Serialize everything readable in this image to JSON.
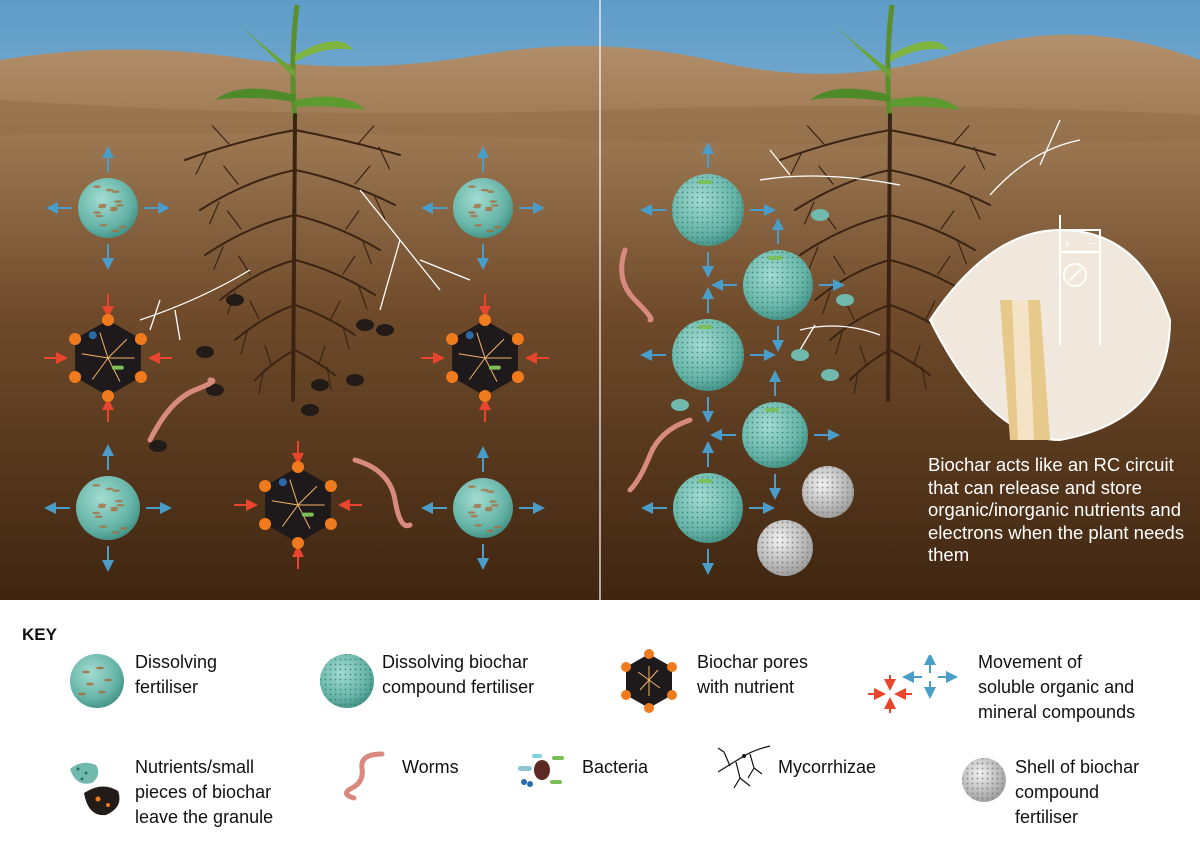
{
  "caption": "Biochar acts like an RC circuit that can release and store organic/inorganic nutrients and electrons when the plant needs them",
  "circuit_symbols": {
    "plus": "+",
    "minus": "−"
  },
  "key": {
    "title": "KEY",
    "items": [
      {
        "id": "dissolving-fertiliser",
        "label": "Dissolving\nfertiliser",
        "icon": "teal-granule-icon"
      },
      {
        "id": "dissolving-biochar-compound-fertiliser",
        "label": "Dissolving biochar\ncompound fertiliser",
        "icon": "biochar-compound-granule-icon"
      },
      {
        "id": "biochar-pores-with-nutrient",
        "label": "Biochar pores\nwith nutrient",
        "icon": "biochar-hexagon-icon"
      },
      {
        "id": "movement-of-compounds",
        "label": "Movement of\nsoluble organic and\nmineral compounds",
        "icon": "movement-arrows-icon"
      },
      {
        "id": "nutrients-small-pieces",
        "label": "Nutrients/small\npieces of biochar\nleave the granule",
        "icon": "biochar-pieces-icon"
      },
      {
        "id": "worms",
        "label": "Worms",
        "icon": "worm-icon"
      },
      {
        "id": "bacteria",
        "label": "Bacteria",
        "icon": "bacteria-icon"
      },
      {
        "id": "mycorrhizae",
        "label": "Mycorrhizae",
        "icon": "mycorrhizae-icon"
      },
      {
        "id": "shell-of-biochar-compound-fertiliser",
        "label": "Shell of biochar\ncompound\nfertiliser",
        "icon": "shell-granule-icon"
      }
    ]
  },
  "colors": {
    "soil_dark": "#4a2e16",
    "soil_light": "#a88560",
    "fertiliser_teal": "#6fb9ad",
    "biochar": "#1e1a1b",
    "nutrient_orange": "#f07b1d",
    "arrow_blue": "#4a9cc9",
    "arrow_red": "#e8452c",
    "worm": "#d98a7e"
  }
}
